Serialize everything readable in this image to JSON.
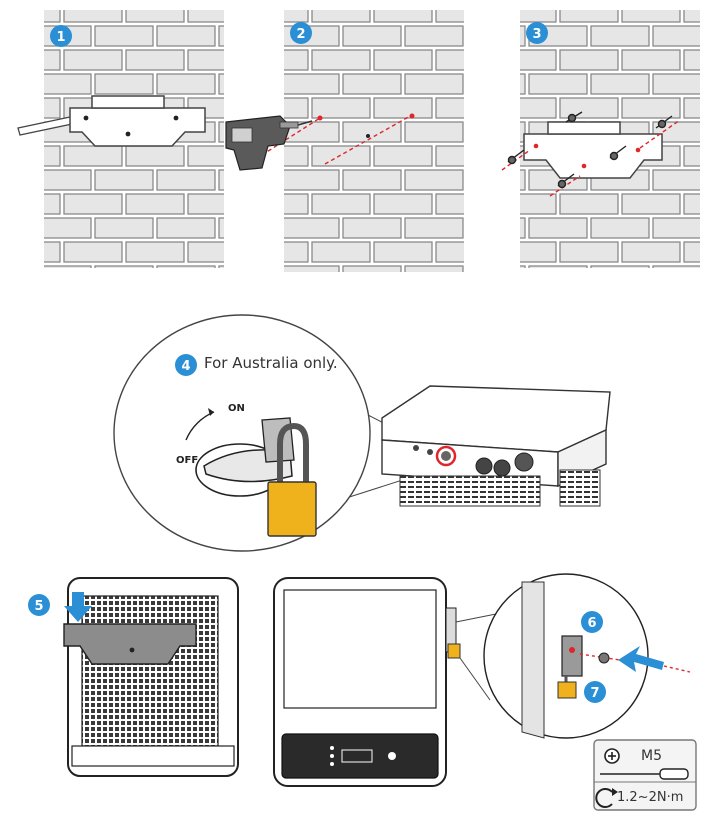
{
  "steps": [
    "1",
    "2",
    "3",
    "4",
    "5",
    "6",
    "7"
  ],
  "step4_note": "For Australia only.",
  "switch": {
    "on_label": "ON",
    "off_label": "OFF"
  },
  "tool_spec": {
    "screw": "M5",
    "torque": "1.2~2N·m"
  },
  "colors": {
    "step_badge": "#2b8fd6",
    "arrow": "#2b8fd6",
    "drill_line": "#e0262b",
    "padlock": "#f0b21c",
    "brick_fill": "#e6e6e6",
    "brick_stroke": "#8a8a8a",
    "bracket_fill": "#8c8c8c"
  },
  "icons": [
    "phillips-screwdriver-icon",
    "torque-rotation-icon",
    "padlock-icon",
    "drill-icon"
  ]
}
